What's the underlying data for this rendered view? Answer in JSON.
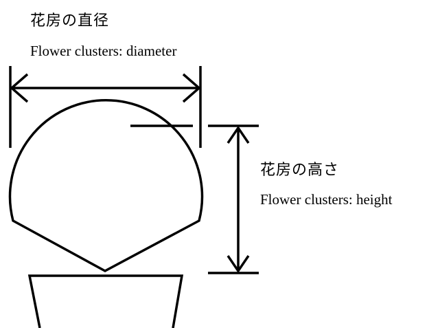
{
  "diameter": {
    "label_jp": "花房の直径",
    "label_en": "Flower clusters: diameter"
  },
  "height": {
    "label_jp": "花房の高さ",
    "label_en": "Flower clusters: height"
  },
  "colors": {
    "ink": "#000000",
    "background": "#ffffff"
  }
}
